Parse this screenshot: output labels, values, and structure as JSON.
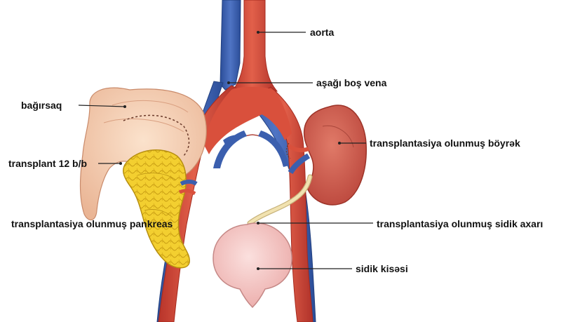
{
  "labels": {
    "aorta": "aorta",
    "vena": "aşağı boş vena",
    "bagirsaq": "bağırsaq",
    "transplant12": "transplant 12 b/b",
    "boyrek": "transplantasiya olunmuş böyrək",
    "pankreas": "transplantasiya olunmuş pankreas",
    "axari": "transplantasiya olunmuş sidik axarı",
    "kise": "sidik kisəsi"
  },
  "colors": {
    "artery": "#d9503c",
    "artery_dark": "#a52a1e",
    "vein": "#3b5fae",
    "vein_dark": "#22407f",
    "intestine": "#f6cfb0",
    "intestine_dark": "#d99f80",
    "pancreas": "#f2cc2a",
    "pancreas_dark": "#b78f10",
    "kidney": "#cf5a4c",
    "kidney_dark": "#9c3328",
    "bladder": "#f4c2c0",
    "bladder_dark": "#c58886",
    "ureter": "#f1e2b0",
    "leader": "#222222"
  }
}
